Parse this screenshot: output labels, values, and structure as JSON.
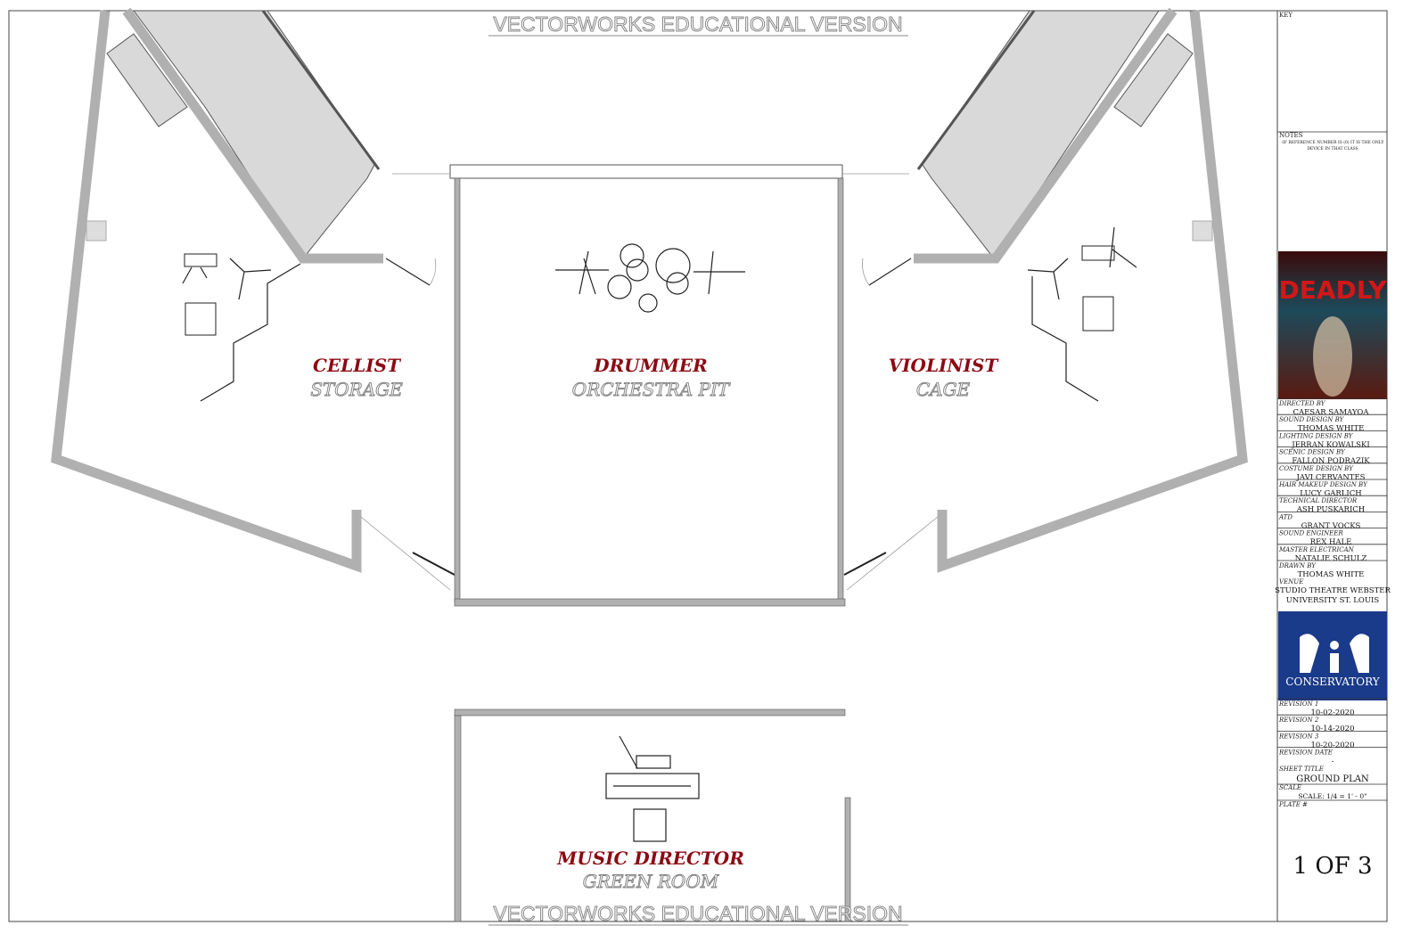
{
  "watermark": "VECTORWORKS EDUCATIONAL VERSION",
  "rooms": [
    {
      "role": "CELLIST",
      "room": "STORAGE"
    },
    {
      "role": "DRUMMER",
      "room": "ORCHESTRA PIT"
    },
    {
      "role": "VIOLINIST",
      "room": "CAGE"
    },
    {
      "role": "MUSIC DIRECTOR",
      "room": "GREEN ROOM"
    }
  ],
  "title_block": {
    "key_label": "KEY",
    "notes_label": "NOTES",
    "notes_line1": "-IF REFERENCE NUMBER IS (0) IT IS THE ONLY",
    "notes_line2": "DEVICE IN THAT CLASS",
    "poster_title": "DEADLY",
    "credits": [
      {
        "label": "DIRECTED BY",
        "value": "CAESAR SAMAYOA"
      },
      {
        "label": "SOUND DESIGN BY",
        "value": "THOMAS WHITE"
      },
      {
        "label": "LIGHTING DESIGN BY",
        "value": "JERRAN KOWALSKI"
      },
      {
        "label": "SCENIC DESIGN BY",
        "value": "FALLON PODRAZIK"
      },
      {
        "label": "COSTUME DESIGN BY",
        "value": "JAVI CERVANTES"
      },
      {
        "label": "HAIR MAKEUP DESIGN BY",
        "value": "LUCY GARLICH"
      },
      {
        "label": "TECHNICAL DIRECTOR",
        "value": "ASH PUSKARICH"
      },
      {
        "label": "ATD",
        "value": "GRANT VOCKS"
      },
      {
        "label": "SOUND ENGINEER",
        "value": "REX HALE"
      },
      {
        "label": "MASTER ELECTRICAN",
        "value": "NATALIE SCHULZ"
      },
      {
        "label": "DRAWN BY",
        "value": "THOMAS WHITE"
      }
    ],
    "venue_label": "VENUE",
    "venue_line1": "STUDIO THEATRE WEBSTER",
    "venue_line2": "UNIVERSITY ST. LOUIS",
    "logo_text": "CONSERVATORY",
    "revisions": [
      {
        "label": "REVISION 1",
        "value": "10-02-2020"
      },
      {
        "label": "REVISION 2",
        "value": "10-14-2020"
      },
      {
        "label": "REVISION 3",
        "value": "10-20-2020"
      },
      {
        "label": "REVISION DATE",
        "value": "-"
      }
    ],
    "sheet_title_label": "SHEET TITLE",
    "sheet_title": "GROUND PLAN",
    "scale_label": "SCALE",
    "scale": "SCALE: 1/4 = 1' - 0\"",
    "plate_label": "PLATE #",
    "plate": "1 OF 3",
    "colors": {
      "logo_bg": "#1a3a8a",
      "role_text": "#8b0a14",
      "wall": "#b0b0b0"
    }
  }
}
